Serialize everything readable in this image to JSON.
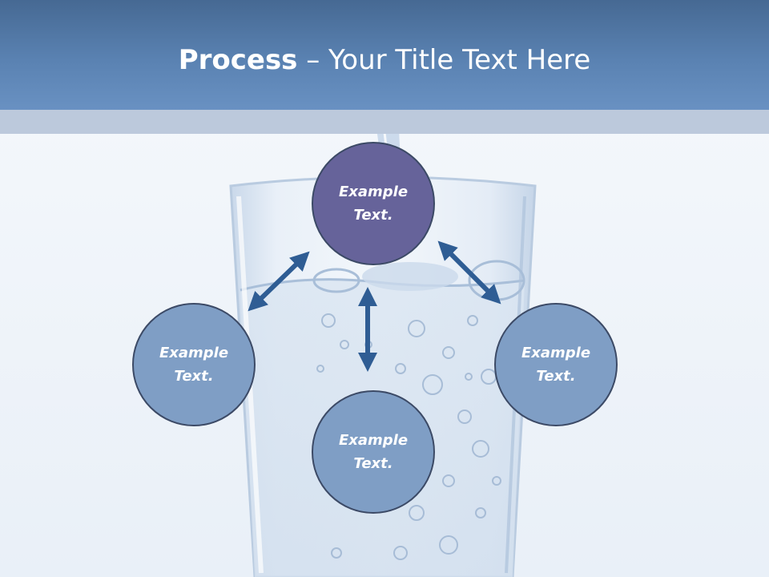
{
  "slide": {
    "title_bold": "Process",
    "title_rest": " – Your Title Text Here"
  },
  "nodes": {
    "top": "Example Text.",
    "left": "Example Text.",
    "right": "Example Text.",
    "bottom": "Example Text."
  },
  "colors": {
    "header": "#5a82b2",
    "header_strip": "#bcc9dc",
    "node_primary": "#66639a",
    "node_secondary": "#7f9ec5",
    "node_border": "#3c4a66",
    "arrow": "#2f5d94"
  },
  "icons": {
    "arrows": "double-headed-arrow"
  }
}
